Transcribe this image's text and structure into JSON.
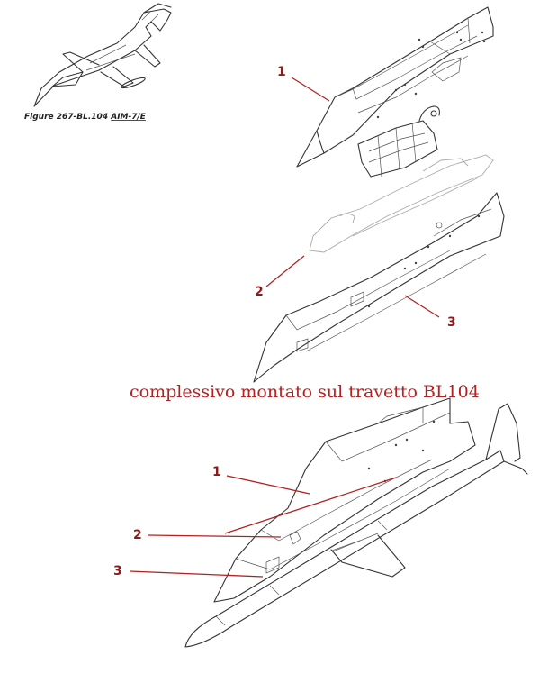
{
  "figure_caption": {
    "prefix": "Figure 267-BL.104",
    "reference": "AIM-7/E"
  },
  "assembly_title": "complessivo montato sul travetto BL104",
  "exploded_view_callouts": [
    "1",
    "2",
    "3"
  ],
  "assembled_view_callouts": [
    "1",
    "2",
    "3"
  ],
  "colors": {
    "annotation": "#b22222",
    "line_art": "#333333",
    "background": "#ffffff"
  }
}
